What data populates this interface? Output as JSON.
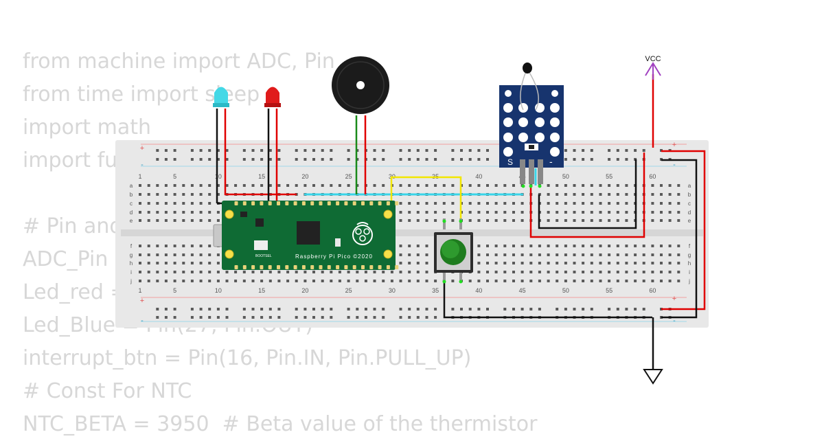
{
  "code_lines": [
    "from machine import ADC, Pin",
    "from time import sleep",
    "import math",
    "import fu",
    "",
    "# Pin and",
    "ADC_Pin",
    "Led_red =",
    "Led_Blue = Pin(27, Pin.OUT)",
    "interrupt_btn = Pin(16, Pin.IN, Pin.PULL_UP)",
    "# Const For NTC",
    "NTC_BETA = 3950  # Beta value of the thermistor"
  ],
  "breadboard": {
    "column_numbers": [
      "1",
      "5",
      "10",
      "15",
      "20",
      "25",
      "30",
      "35",
      "40",
      "45",
      "50",
      "55",
      "60"
    ],
    "row_letters_top": [
      "a",
      "b",
      "c",
      "d",
      "e"
    ],
    "row_letters_bottom": [
      "f",
      "g",
      "h",
      "i",
      "j"
    ],
    "rail_plus": "+",
    "rail_minus": "-"
  },
  "pico": {
    "brand": "Raspberry Pi Pico ©2020",
    "bootsel": "BOOTSEL"
  },
  "ntc_module": {
    "pin_s": "S",
    "pin_minus": "-"
  },
  "power": {
    "vcc_label": "VCC"
  },
  "colors": {
    "wire_red": "#e00000",
    "wire_black": "#111111",
    "wire_green": "#1a8a1a",
    "wire_yellow": "#f2e600",
    "wire_cyan": "#38d4e8",
    "wire_purple": "#a040c0",
    "pico_green": "#0f6b34",
    "module_blue": "#17346e"
  }
}
